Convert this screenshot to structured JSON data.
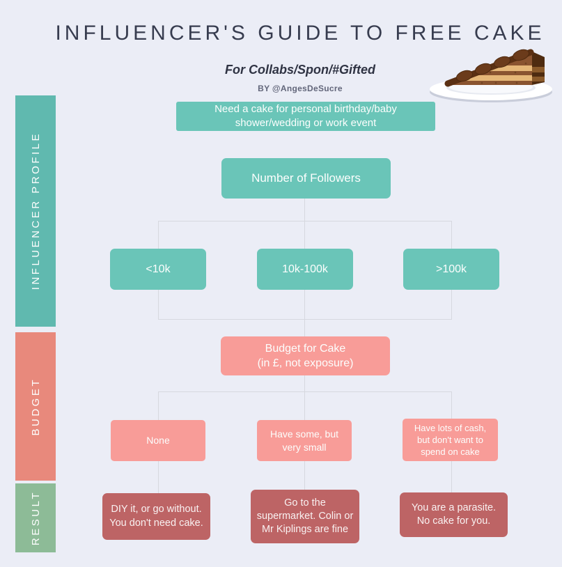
{
  "header": {
    "title": "INFLUENCER'S GUIDE TO FREE CAKE",
    "subtitle": "For Collabs/Spon/#Gifted",
    "byline": "BY @AngesDeSucre"
  },
  "sidebar": {
    "sections": [
      {
        "id": "influencer-profile",
        "label": "INFLUENCER PROFILE",
        "color": "#60B9AF"
      },
      {
        "id": "budget",
        "label": "BUDGET",
        "color": "#E8897C"
      },
      {
        "id": "result",
        "label": "RESULT",
        "color": "#8DBB97"
      }
    ]
  },
  "flow": {
    "start": "Need a cake for personal birthday/baby\nshower/wedding or work event",
    "followers_question": "Number of Followers",
    "follower_options": [
      "<10k",
      "10k-100k",
      ">100k"
    ],
    "budget_question": "Budget for Cake\n(in £, not exposure)",
    "budget_options": [
      "None",
      "Have some, but\nvery small",
      "Have lots of cash,\nbut don't want to\nspend on cake"
    ],
    "results": [
      "DIY it, or go without.\nYou don't need cake.",
      "Go to the\nsupermarket. Colin or\nMr Kiplings are fine",
      "You are a parasite.\nNo cake for you."
    ]
  },
  "icons": {
    "cake": "chocolate-cake-slice-on-plate"
  },
  "colors": {
    "background": "#EBEDF6",
    "teal_node": "#6AC5B8",
    "teal_bar": "#60B9AF",
    "pink_node": "#F89C98",
    "salmon_bar": "#E8897C",
    "maroon_node": "#BD6465",
    "green_bar": "#8DBB97",
    "connector": "#D6D8DF",
    "title_text": "#373C4F"
  }
}
